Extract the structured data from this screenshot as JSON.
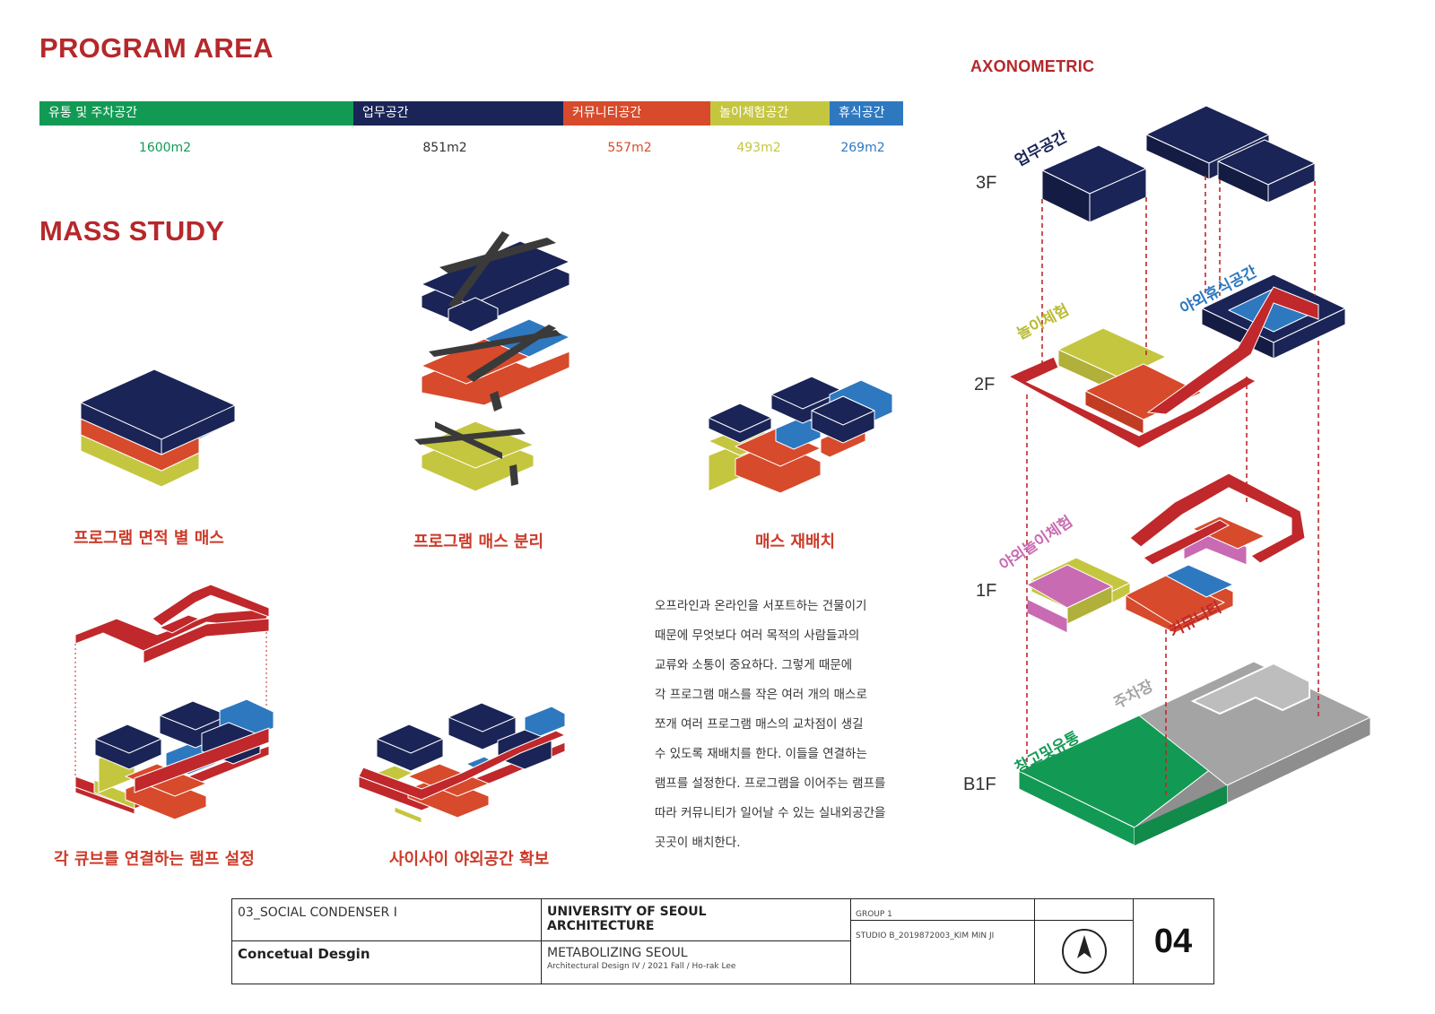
{
  "headings": {
    "program_area": "PROGRAM AREA",
    "mass_study": "MASS STUDY",
    "axonometric": "AXONOMETRIC"
  },
  "program_bar": [
    {
      "label": "유통 및 주차공간",
      "area": "1600m2",
      "color": "#129a54"
    },
    {
      "label": "업무공간",
      "area": "851m2",
      "color": "#1a2456"
    },
    {
      "label": "커뮤니티공간",
      "area": "557m2",
      "color": "#d74a2b"
    },
    {
      "label": "놀이체험공간",
      "area": "493m2",
      "color": "#c5c63f"
    },
    {
      "label": "휴식공간",
      "area": "269m2",
      "color": "#2e78c0"
    }
  ],
  "mass_captions": [
    "프로그램 면적 별 매스",
    "프로그램 매스 분리",
    "매스 재배치",
    "각 큐브를 연결하는 램프 설정",
    "사이사이 야외공간 확보"
  ],
  "description": [
    "오프라인과 온라인을 서포트하는 건물이기",
    "때문에 무엇보다 여러 목적의 사람들과의",
    "교류와 소통이 중요하다. 그렇게 때문에",
    "각 프로그램 매스를 작은 여러 개의 매스로",
    "쪼개 여러 프로그램 매스의 교차점이 생길",
    "수 있도록 재배치를 한다.  이들을 연결하는",
    "램프를 설정한다. 프로그램을 이어주는 램프를",
    "따라 커뮤니티가 일어날 수 있는 실내외공간을",
    "곳곳이 배치한다."
  ],
  "axonometric": {
    "floors": [
      "3F",
      "2F",
      "1F",
      "B1F"
    ],
    "labels": {
      "office": "업무공간",
      "outdoor_rest": "야외휴식공간",
      "play": "놀이체험",
      "outdoor_play": "야외놀이체험",
      "community": "커뮤니티",
      "parking": "주차장",
      "storage_logistics": "창고및유통"
    }
  },
  "title_block": {
    "project_code": "03_SOCIAL CONDENSER I",
    "sheet_subject": "Concetual  Desgin",
    "university_line1": "UNIVERSITY OF SEOUL",
    "university_line2": "ARCHITECTURE",
    "project_title": "METABOLIZING SEOUL",
    "course_info": "Architectural Design IV / 2021 Fall / Ho-rak Lee",
    "group": "GROUP 1",
    "studio": "STUDIO B_2019872003_KIM MIN JI",
    "sheet_number": "04"
  },
  "colors": {
    "accent_red": "#b5282b",
    "office_navy": "#1a2456",
    "community_orange": "#d74a2b",
    "play_yellow": "#c5c63f",
    "rest_blue": "#2e78c0",
    "green": "#129a54",
    "outdoor_pink": "#c96bb3",
    "parking_gray": "#a4a4a4",
    "ramp_red": "#c0282b"
  }
}
